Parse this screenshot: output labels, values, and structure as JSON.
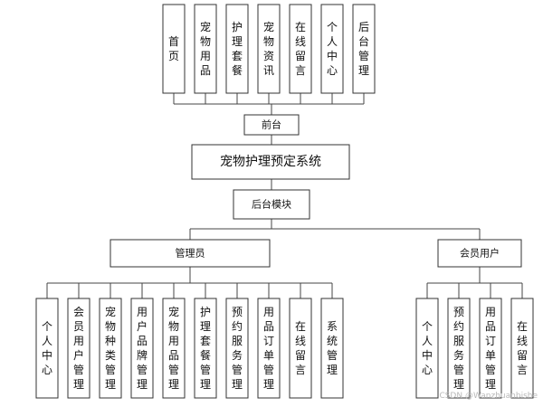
{
  "system": {
    "title": "宠物护理预定系统"
  },
  "frontend": {
    "label": "前台",
    "items": [
      "首页",
      "宠物用品",
      "护理套餐",
      "宠物资讯",
      "在线留言",
      "个人中心",
      "后台管理"
    ]
  },
  "backend": {
    "label": "后台模块"
  },
  "admin": {
    "label": "管理员",
    "items": [
      "个人中心",
      "会员用户管理",
      "宠物种类管理",
      "用户品牌管理",
      "宠物用品管理",
      "护理套餐管理",
      "预约服务管理",
      "用品订单管理",
      "在线留言",
      "系统管理"
    ]
  },
  "member": {
    "label": "会员用户",
    "items": [
      "个人中心",
      "预约服务管理",
      "用品订单管理",
      "在线留言"
    ]
  },
  "watermark": "CSDN @Wanzhuanbishe"
}
